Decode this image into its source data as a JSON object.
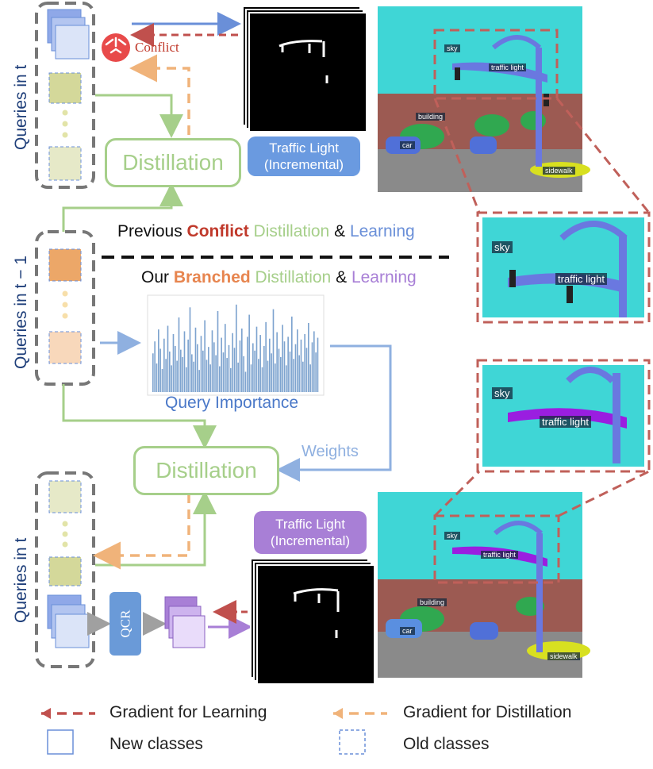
{
  "queries_labels": {
    "top": "Queries in t",
    "middle": "Queries in t − 1",
    "bottom": "Queries in t"
  },
  "conflict_label": "Conflict",
  "distillation_label": "Distillation",
  "previous_line": {
    "prefix": "Previous ",
    "conflict": "Conflict",
    "distill": " Distillation",
    "amp": " & ",
    "learning": "Learning"
  },
  "ours_line": {
    "prefix": "Our ",
    "branched": "Branched",
    "distill": " Distillation",
    "amp": " & ",
    "learning": "Learning"
  },
  "query_importance_label": "Query Importance",
  "weights_label": "Weights",
  "qcr_label": "QCR",
  "tag_top": {
    "line1": "Traffic Light",
    "line2": "(Incremental)"
  },
  "tag_bottom": {
    "line1": "Traffic Light",
    "line2": "(Incremental)"
  },
  "segmentation_labels": {
    "sky": "sky",
    "traffic_light": "traffic light",
    "building": "building",
    "car": "car",
    "sidewalk": "sidewalk"
  },
  "legend": {
    "grad_learning": "Gradient for Learning",
    "grad_distill": "Gradient for Distillation",
    "new_classes": "New classes",
    "old_classes": "Old classes"
  },
  "colors": {
    "learning_red": "#c0504d",
    "distill_orange": "#f0b37a",
    "distill_green": "#a6cf8a",
    "learning_blue": "#6a8fd8",
    "learning_purple": "#a87fd6",
    "conflict_red": "#c0392b",
    "branched_orange": "#e7854f"
  },
  "bar_chart": {
    "type": "bar",
    "values": [
      0.42,
      0.55,
      0.31,
      0.68,
      0.47,
      0.25,
      0.58,
      0.36,
      0.72,
      0.44,
      0.29,
      0.63,
      0.5,
      0.34,
      0.81,
      0.46,
      0.38,
      0.66,
      0.27,
      0.57,
      0.92,
      0.41,
      0.33,
      0.7,
      0.52,
      0.24,
      0.61,
      0.45,
      0.78,
      0.35,
      0.49,
      0.3,
      0.67,
      0.54,
      0.4,
      0.88,
      0.28,
      0.59,
      0.43,
      0.74,
      0.37,
      0.51,
      0.26,
      0.64,
      0.48,
      0.95,
      0.32,
      0.56,
      0.69,
      0.39,
      0.22,
      0.6,
      0.84,
      0.3,
      0.53,
      0.45,
      0.71,
      0.36,
      0.62,
      0.27,
      0.5,
      0.76,
      0.34,
      0.58,
      0.42,
      0.9,
      0.31,
      0.65,
      0.47,
      0.38,
      0.73,
      0.55,
      0.29,
      0.6,
      0.44,
      0.82,
      0.36,
      0.52,
      0.68,
      0.4,
      0.57,
      0.33,
      0.63,
      0.48,
      0.75,
      0.3,
      0.54,
      0.66,
      0.43,
      0.59
    ]
  }
}
